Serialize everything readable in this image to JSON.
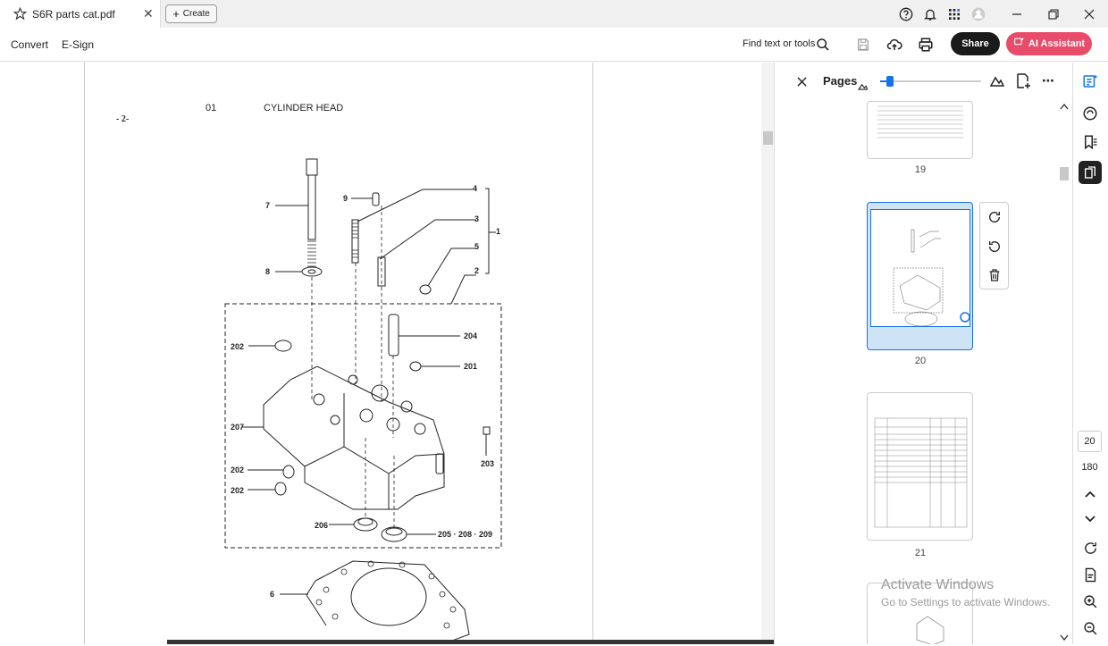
{
  "tab": {
    "title": "S6R parts cat.pdf",
    "close": "✕"
  },
  "create_label": "Create",
  "menu": {
    "convert": "Convert",
    "esign": "E-Sign"
  },
  "toolbar": {
    "find_label": "Find text or tools",
    "share_label": "Share",
    "ai_label": "AI Assistant"
  },
  "document": {
    "page_number": "- 2-",
    "section_number": "01",
    "section_title": "CYLINDER HEAD",
    "callouts": [
      "7",
      "8",
      "9",
      "4",
      "3",
      "1",
      "5",
      "2",
      "204",
      "202",
      "201",
      "207",
      "203",
      "202",
      "202",
      "206",
      "205 · 208 · 209",
      "6"
    ]
  },
  "pages_panel": {
    "title": "Pages",
    "zoom_fraction": 0.1,
    "thumbnails": [
      {
        "label": "19"
      },
      {
        "label": "20"
      },
      {
        "label": "21"
      }
    ]
  },
  "navigation": {
    "current_page": "20",
    "total_pages": "180"
  },
  "watermark": {
    "line1": "Activate Windows",
    "line2": "Go to Settings to activate Windows."
  },
  "colors": {
    "accent": "#1473e6",
    "ai_button": "#e84c6b",
    "share_button": "#1a1a1a",
    "selection": "#cfe3f7"
  }
}
